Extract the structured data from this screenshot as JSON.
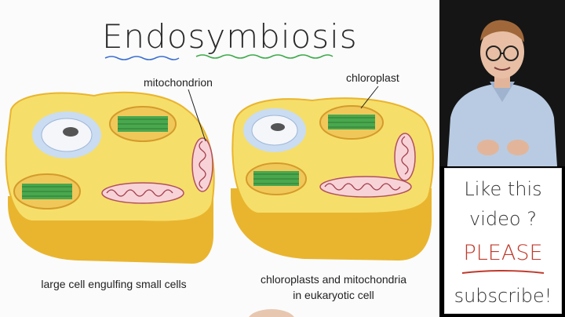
{
  "slide": {
    "title": "Endosymbiosis",
    "labels": {
      "mitochondrion": "mitochondrion",
      "chloroplast": "chloroplast"
    },
    "captions": {
      "left": "large cell engulfing small cells",
      "right_line1": "chloroplasts and mitochondria",
      "right_line2": "in eukaryotic cell"
    }
  },
  "subscribe_card": {
    "line1": "Like this",
    "line2": "video ?",
    "line3": "PLEASE",
    "line4": "subscribe!"
  },
  "colors": {
    "cell_fill": "#f6de6a",
    "cell_edge": "#e9b52f",
    "nucleus": "#cfe0f4",
    "chloroplast": "#49a84e",
    "mitochondrion": "#d8a8b0",
    "underline_blue": "#3c6fd1",
    "underline_green": "#3daa4a",
    "please_red": "#c0392b"
  }
}
